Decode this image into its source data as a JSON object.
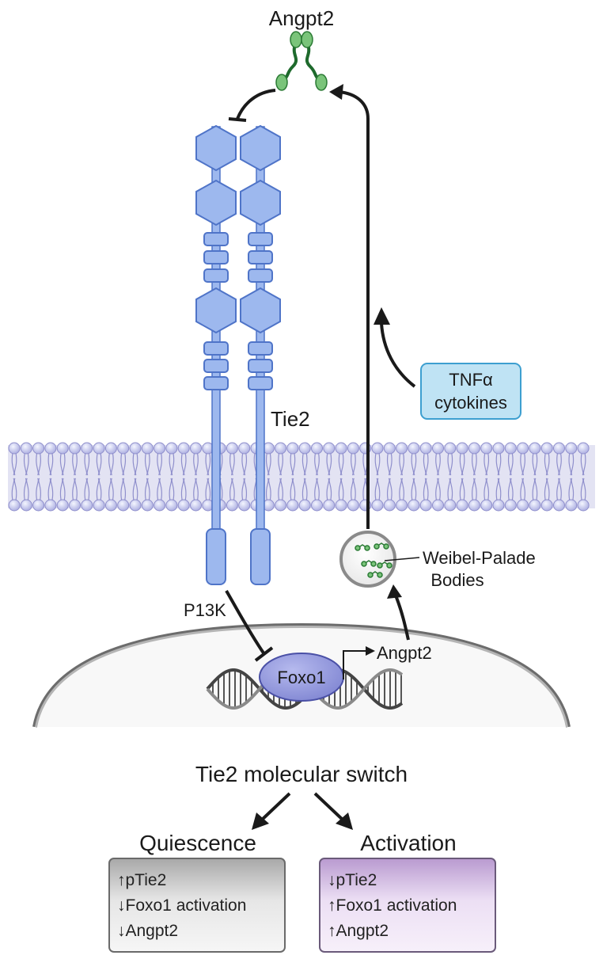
{
  "ligand": {
    "label": "Angpt2"
  },
  "receptor": {
    "label": "Tie2"
  },
  "stimulus": {
    "line1": "TNFα",
    "line2": "cytokines"
  },
  "vesicle": {
    "line1": "Weibel-Palade",
    "line2": "Bodies"
  },
  "pathway": {
    "kinase": "P13K",
    "transcription_factor": "Foxo1",
    "gene": "Angpt2"
  },
  "switch": {
    "title": "Tie2 molecular switch",
    "quiescence": {
      "title": "Quiescence",
      "items": [
        "↑pTie2",
        "↓Foxo1 activation",
        "↓Angpt2"
      ]
    },
    "activation": {
      "title": "Activation",
      "items": [
        "↓pTie2",
        "↑Foxo1 activation",
        "↑Angpt2"
      ]
    }
  },
  "colors": {
    "receptor_fill": "#9db8ee",
    "receptor_stroke": "#4f74c8",
    "membrane": "#8f8fcc",
    "ligand": "#7ac47a",
    "foxo1": "#8f95d8",
    "stimulus_box": "#bfe3f4",
    "quiescence_box": "#d4d4d4",
    "activation_box": "#d8c4e4"
  }
}
